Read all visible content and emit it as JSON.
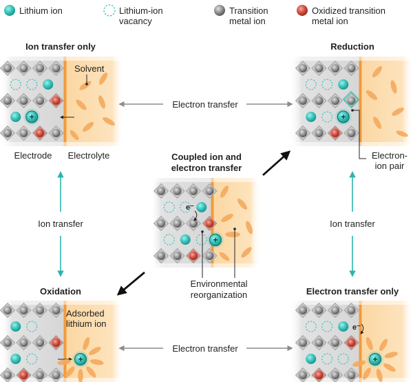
{
  "legend": {
    "lithium_ion": "Lithium ion",
    "vacancy_line1": "Lithium-ion",
    "vacancy_line2": "vacancy",
    "tm_line1": "Transition",
    "tm_line2": "metal ion",
    "oxidized_line1": "Oxidized transition",
    "oxidized_line2": "metal ion"
  },
  "panels": {
    "ion_transfer_only": {
      "title": "Ion transfer only",
      "solvent": "Solvent",
      "electrode": "Electrode",
      "electrolyte": "Electrolyte"
    },
    "reduction": {
      "title": "Reduction",
      "pair_line1": "Electron-",
      "pair_line2": "ion pair"
    },
    "coupled": {
      "title_line1": "Coupled ion and",
      "title_line2": "electron transfer",
      "electron": "e⁻",
      "reorg_line1": "Environmental",
      "reorg_line2": "reorganization"
    },
    "oxidation": {
      "title": "Oxidation",
      "adsorbed_line1": "Adsorbed",
      "adsorbed_line2": "lithium ion"
    },
    "electron_transfer_only": {
      "title": "Electron transfer only",
      "electron": "e⁻"
    }
  },
  "arrows": {
    "electron_transfer_top": "Electron transfer",
    "electron_transfer_bottom": "Electron transfer",
    "ion_transfer_left": "Ion transfer",
    "ion_transfer_right": "Ion transfer"
  },
  "symbols": {
    "plus": "+"
  },
  "colors": {
    "lithium": "#3cc0b8",
    "vacancy": "#3cc0b8",
    "transition_metal": "#8a8a8a",
    "oxidized_metal": "#c94a3c",
    "electrode_bg": "#d9d9d9",
    "electrolyte_bg": "#fbd9a6",
    "solvent": "#f0a050",
    "teal_arrow": "#2bb5b0",
    "gray_arrow": "#8c8c8c"
  }
}
